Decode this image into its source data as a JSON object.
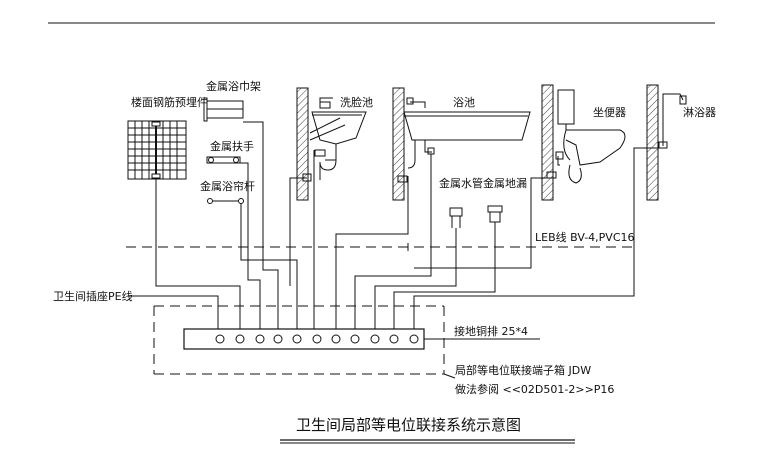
{
  "labels": {
    "rebar": "楼面钢筋预埋件",
    "towel_rack": "金属浴巾架",
    "handrail": "金属扶手",
    "curtain_rod": "金属浴帘杆",
    "washbasin": "洗脸池",
    "bathtub": "浴池",
    "toilet": "坐便器",
    "shower": "淋浴器",
    "water_pipe": "金属水管",
    "floor_drain": "金属地漏",
    "leb_wire": "LEB线 BV-4,PVC16",
    "socket_pe": "卫生间插座PE线",
    "grounding_bar": "接地铜排 25*4",
    "terminal_box": "局部等电位联接端子箱 JDW",
    "reference": "做法参阅 <<02D501-2>>P16",
    "title": "卫生间局部等电位联接系统示意图"
  }
}
